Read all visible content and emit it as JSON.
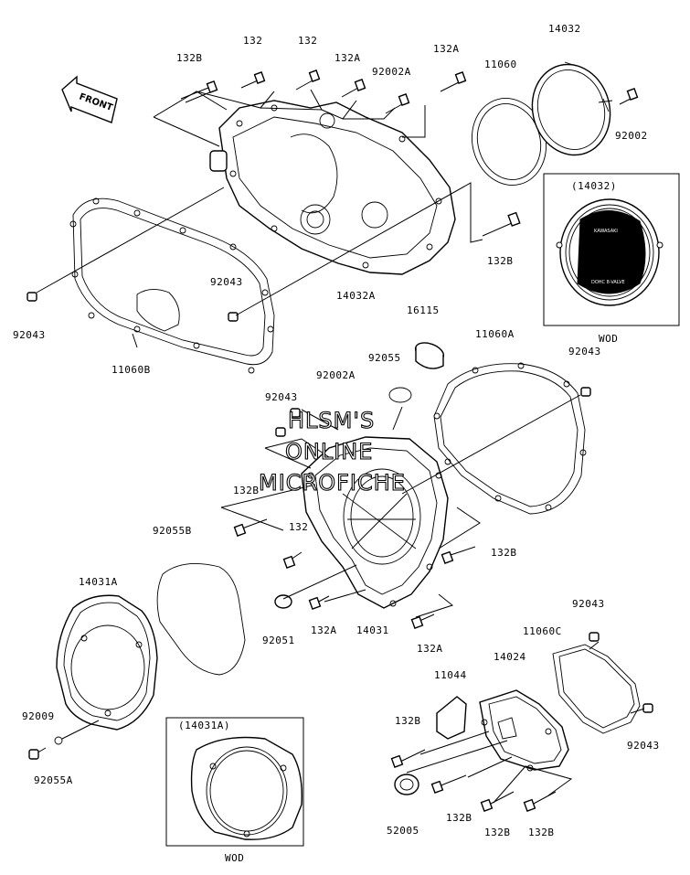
{
  "front_arrow": "FRONT",
  "watermark": [
    "HLSM'S",
    "ONLINE",
    "MICROFICHE"
  ],
  "part_labels": [
    "132B",
    "132",
    "132",
    "132A",
    "92002A",
    "132A",
    "11060",
    "14032",
    "92002",
    "14032A",
    "132B",
    "92043",
    "92043",
    "11060B",
    "16115",
    "11060A",
    "92043",
    "92055",
    "92002A",
    "92043",
    "132B",
    "132",
    "132B",
    "92055B",
    "14031A",
    "92051",
    "132A",
    "14031",
    "132A",
    "92043",
    "11060C",
    "11044",
    "14024",
    "132B",
    "92009",
    "92055A",
    "132B",
    "132B",
    "132B",
    "52005",
    "92043"
  ],
  "inset_wod": {
    "label": "(14032)",
    "variant": "WOD",
    "cover_text_top": "KAWASAKI",
    "cover_text_bottom": "DOHC 8-VALVE"
  },
  "inset_14031a": {
    "label": "(14031A)",
    "variant": "WOD"
  }
}
